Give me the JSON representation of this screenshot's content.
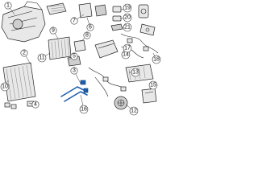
{
  "callouts": [
    {
      "id": "c1",
      "label": "1"
    },
    {
      "id": "c2",
      "label": "2"
    },
    {
      "id": "c3",
      "label": "3"
    },
    {
      "id": "c4",
      "label": "4"
    },
    {
      "id": "c5",
      "label": "5"
    },
    {
      "id": "c6",
      "label": "6"
    },
    {
      "id": "c7",
      "label": "7"
    },
    {
      "id": "c8",
      "label": "8"
    },
    {
      "id": "c9",
      "label": "9"
    },
    {
      "id": "c10",
      "label": "10"
    },
    {
      "id": "c11",
      "label": "11"
    },
    {
      "id": "c12",
      "label": "12"
    },
    {
      "id": "c13",
      "label": "13"
    },
    {
      "id": "c14",
      "label": "14"
    },
    {
      "id": "c15",
      "label": "15"
    },
    {
      "id": "c16",
      "label": "16"
    },
    {
      "id": "c17",
      "label": "17"
    },
    {
      "id": "c18",
      "label": "18"
    },
    {
      "id": "c19",
      "label": "19"
    },
    {
      "id": "c20",
      "label": "20"
    },
    {
      "id": "c21",
      "label": "21"
    }
  ],
  "colors": {
    "highlight": "#1f5fb0",
    "line": "#222222",
    "fill": "#e8e8e8"
  }
}
